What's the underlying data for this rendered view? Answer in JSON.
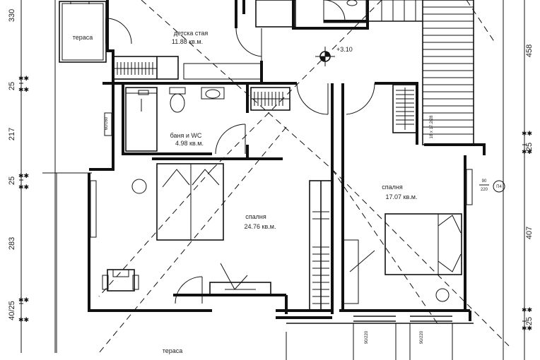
{
  "rooms": {
    "terrace_top": "тераса",
    "kids_room_name": "детска стая",
    "kids_room_area": "11.88 кв.м.",
    "bath_name": "баня и WC",
    "bath_area": "4.98 кв.м.",
    "bedroom_left_name": "спалня",
    "bedroom_left_area": "24.76 кв.м.",
    "bedroom_right_name": "спалня",
    "bedroom_right_area": "17.07 кв.м.",
    "terrace_bottom": "тераса"
  },
  "level_mark": "+3.10",
  "stair_label": "18 x 17.2/28",
  "left_dimensions": [
    "330",
    "25",
    "217",
    "25",
    "283",
    "40/25"
  ],
  "right_dimensions": [
    "458",
    "25",
    "407",
    "25"
  ],
  "small_marks": {
    "bath_window": "60/160",
    "right_window_top": "90",
    "right_window_bottom": "220",
    "window_tag": "П4",
    "bottom_window_a": "90/220",
    "bottom_window_b": "90/220"
  }
}
